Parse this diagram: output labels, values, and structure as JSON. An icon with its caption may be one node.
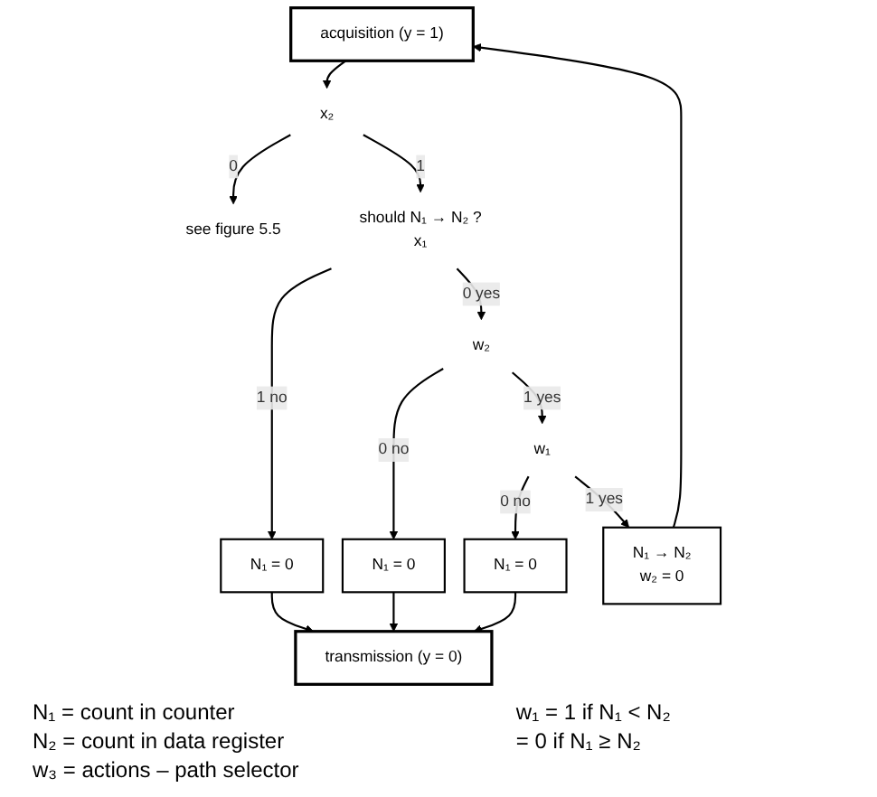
{
  "diagram": {
    "nodes": [
      {
        "text": [
          "acquisition (y = 1)"
        ]
      },
      {
        "text": [
          "x₂"
        ]
      },
      {
        "text": [
          "see figure 5.5"
        ]
      },
      {
        "text": [
          "x₁"
        ],
        "beside": [
          "should N₁ → N₂ ?"
        ]
      },
      {
        "text": [
          "N₁ = 0"
        ]
      },
      {
        "text": [
          "w₂"
        ]
      },
      {
        "text": [
          "N₁ = 0"
        ]
      },
      {
        "text": [
          "w₁"
        ]
      },
      {
        "text": [
          "N₁ = 0"
        ]
      },
      {
        "text": [
          "N₁ → N₂",
          "w₂ = 0"
        ]
      },
      {
        "text": [
          "transmission (y = 0)"
        ]
      }
    ],
    "edges": [
      {
        "from": 0,
        "to": 1,
        "arrow": "to"
      },
      {
        "from": 1,
        "to": 2,
        "arrow": "to",
        "label": "0"
      },
      {
        "from": 1,
        "to": 3,
        "arrow": "to",
        "label": "1"
      },
      {
        "from": 3,
        "to": 4,
        "arrow": "to",
        "label": "1 no"
      },
      {
        "from": 3,
        "to": 5,
        "arrow": "to",
        "label": "0 yes"
      },
      {
        "from": 5,
        "to": 6,
        "arrow": "to",
        "label": "0 no"
      },
      {
        "from": 5,
        "to": 7,
        "arrow": "to",
        "label": "1 yes"
      },
      {
        "from": 7,
        "to": 8,
        "arrow": "to",
        "label": "0 no"
      },
      {
        "from": 7,
        "to": 9,
        "arrow": "to",
        "label": "1 yes"
      },
      {
        "from": 4,
        "to": 10,
        "arrow": "to"
      },
      {
        "from": 6,
        "to": 10,
        "arrow": "to"
      },
      {
        "from": 8,
        "to": 10,
        "arrow": "to"
      },
      {
        "from": 9,
        "to": 0,
        "arrow": "to"
      }
    ],
    "labels": [
      "N₁ = count in counter",
      "w₁ = 1 if N₁ < N₂",
      "N₂ = count in data register",
      "= 0 if N₁ ≥ N₂",
      "w₃ = actions – path selector"
    ]
  }
}
